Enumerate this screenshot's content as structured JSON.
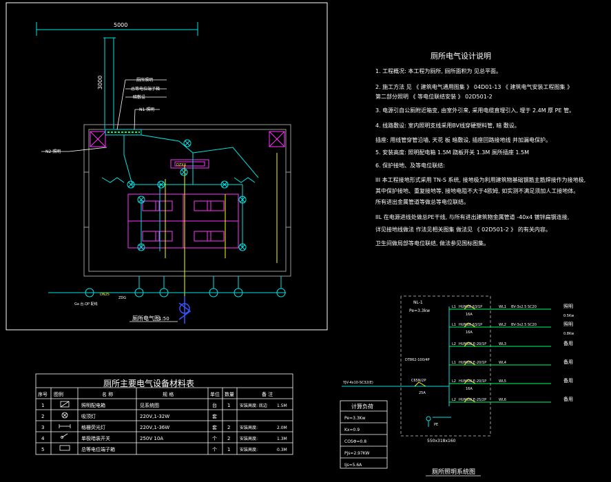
{
  "plan": {
    "dim_width": "5000",
    "dim_height": "3000",
    "label_toilet_light": "厕所照明",
    "label_switch": "总等电位端子箱",
    "label_pipe": "暗敷设",
    "label_n1": "N1 照明",
    "label_n2": "N2 照明",
    "label_box": "DZXX",
    "label_src": "DN25",
    "label_dist": "ZDG",
    "caption": "厕所电气图",
    "scale": "1:50",
    "left_lead": "Ga 台.QP 配线"
  },
  "notes": {
    "title": "厕所电气设计说明",
    "lines": [
      "1. 工程概况: 本工程为厕所, 厕所面积为 见总平面。",
      "2. 施工方法   见 《 建筑电气通用图集 》 04D01-13   《 建筑电气安装工程图集 》",
      "   第二部分照明     《 等电位联结安装 》  02D501-2",
      "3. 电源引自公厕附近箱变, 由室外引来,     采用电缆直埋引入, 埋于      2.4M   厚 PE 管。",
      "4. 线路敷设: 室内照明支线采用BV线穿硬塑料管, 暗 敷设。",
      "   插座: 用线管穿管沿墙, 天花 板 暗敷设, 插座回路接地线 并加漏电保护。",
      "5. 安装高度: 照明配电箱   1.5M    跷板开关  1.3M    厕所插座  1.5M",
      "6. 保护接地、及等电位联结:",
      "III 本工程接地形式采用   TN-S  系统, 接地极为利用建筑物基础钢筋主筋焊接作为接地极,",
      "   其中保护接地、重复接地等, 接地电阻不大于4欧姆, 如实测不满足须加人工接地体。",
      "   所有进出金属管道等做总等电位联结。",
      "IIL 在电源进线处做总PE干线,      与所有进出建筑物金属管道 -40x4 镀锌扁钢连接,",
      "   详见接地线做法      作法见相关图集     做法见 《 02D501-2 》        的有关内容。",
      "   卫生间做局部等电位联结, 做法参见国标图集。"
    ]
  },
  "system": {
    "box_name": "NL-1",
    "box_power": "Pe=3.3kw",
    "incoming": "YJV-4x10-SC32(E)",
    "main_breaker": "DT862-100/4P",
    "main_rating": "C65N/2P",
    "main_current": "25A",
    "box_size": "550x318x160",
    "caption": "厕所照明系统图",
    "calc_title": "计算负荷",
    "calc": [
      "Pe=3.3Kw",
      "Kx=0.9",
      "COSΦ=0.8",
      "Pjs=2.97KW",
      "Ijs=5.6A"
    ],
    "circuits": [
      {
        "phase": "L1",
        "breaker": "HUM18-63/1P",
        "rating": "16A",
        "no": "WL1",
        "cable": "BV-3x2.5 SC20",
        "use": "照明",
        "power": "0.5Kw"
      },
      {
        "phase": "L1",
        "breaker": "HUM18-63/1P",
        "rating": "16A",
        "no": "WL2",
        "cable": "BV-3x2.5 SC20",
        "use": "照明",
        "power": "0.8Kw"
      },
      {
        "phase": "L2",
        "breaker": "HUM18LE-20/1P",
        "rating": "",
        "no": "WL3",
        "cable": "",
        "use": "备用",
        "power": ""
      },
      {
        "phase": "L1",
        "breaker": "HUM18LE-20/1P",
        "rating": "",
        "no": "WL4",
        "cable": "",
        "use": "备用",
        "power": ""
      },
      {
        "phase": "L2",
        "breaker": "HUM18LE-20/1P",
        "rating": "16A",
        "no": "WL5",
        "cable": "",
        "use": "备用",
        "power": ""
      },
      {
        "phase": "L2",
        "breaker": "HUM18LE-25/2P",
        "rating": "",
        "no": "WL6",
        "cable": "",
        "use": "备用",
        "power": ""
      }
    ],
    "pe_label": "PE"
  },
  "table": {
    "title": "厕所主要电气设备材料表",
    "headers": [
      "序号",
      "图例",
      "名  称",
      "规  格",
      "单位",
      "数量",
      "备  注"
    ],
    "rows": [
      {
        "no": "1",
        "name": "照明配电箱",
        "spec": "见系统图",
        "unit": "台",
        "qty": "1",
        "note": "安装高度: 底边",
        "note2": "1.5M"
      },
      {
        "no": "2",
        "name": "吸顶灯",
        "spec": "220V,1-32W",
        "unit": "套",
        "qty": "",
        "note": "",
        "note2": ""
      },
      {
        "no": "3",
        "name": "格栅荧光灯",
        "spec": "220V,1-36W",
        "unit": "套",
        "qty": "2",
        "note": "安装高度:",
        "note2": "2.0M"
      },
      {
        "no": "4",
        "name": "单极暗装开关",
        "spec": "250V 10A",
        "unit": "个",
        "qty": "2",
        "note": "安装高度:",
        "note2": "1.3M"
      },
      {
        "no": "5",
        "name": "总等电位端子箱",
        "spec": "",
        "unit": "个",
        "qty": "1",
        "note": "安装高度:",
        "note2": "0.3M"
      }
    ]
  },
  "colors": {
    "white": "#ffffff",
    "cyan": "#00e5e5",
    "green": "#00ff66",
    "yellow": "#ffff00",
    "magenta": "#ff33ff",
    "blue": "#3355ff",
    "grey": "#9a9a9a"
  }
}
